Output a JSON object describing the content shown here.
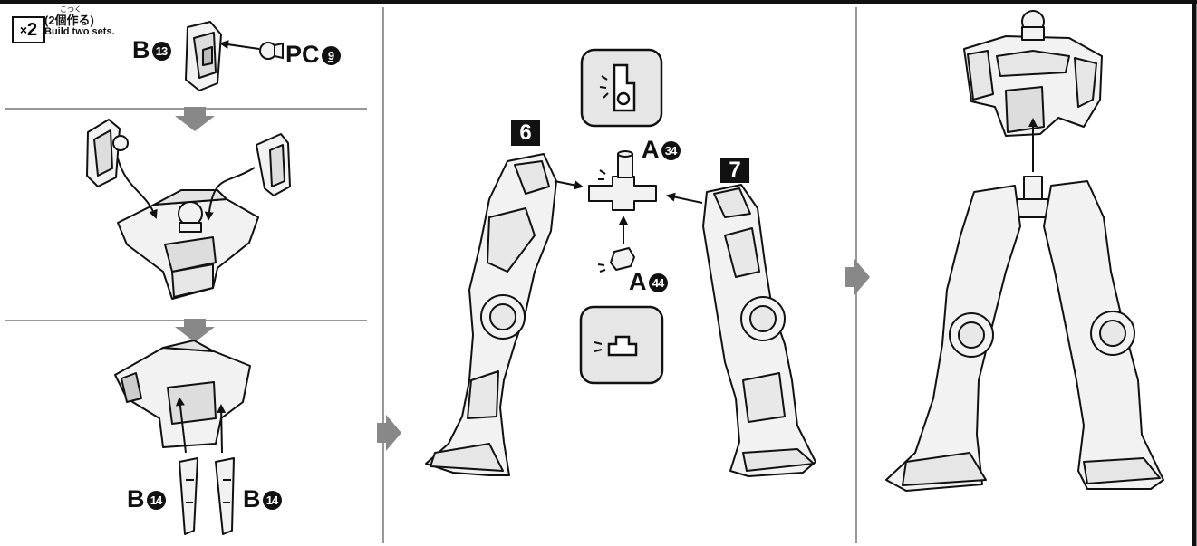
{
  "multiplier": {
    "symbol": "×",
    "count": "2",
    "furigana": "こつく",
    "japanese": "(2個作る)",
    "english": "Build two sets."
  },
  "parts": {
    "b13": {
      "letter": "B",
      "number": "13"
    },
    "pc9": {
      "letter": "PC",
      "number": "9"
    },
    "b14_left": {
      "letter": "B",
      "number": "14"
    },
    "b14_right": {
      "letter": "B",
      "number": "14"
    },
    "a34": {
      "letter": "A",
      "number": "34"
    },
    "a44": {
      "letter": "A",
      "number": "44"
    }
  },
  "step_markers": {
    "left_leg": "6",
    "right_leg": "7"
  },
  "colors": {
    "line": "#111111",
    "part_fill": "#f2f2f2",
    "flow_arrow": "#888888",
    "callout_fill": "#e6e6e6"
  }
}
